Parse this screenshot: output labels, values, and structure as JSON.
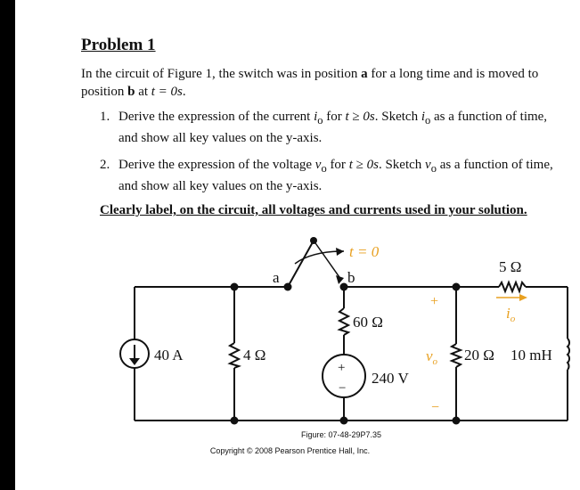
{
  "problem": {
    "title": "Problem 1",
    "intro": {
      "text_before": "In the circuit of Figure 1, the switch was in position ",
      "pos_a": "a",
      "text_mid": " for a long time and is moved to position ",
      "pos_b": "b",
      "text_at": " at ",
      "t_eq": "t = 0s",
      "text_end": "."
    },
    "tasks": [
      {
        "number": "1.",
        "before": "Derive the expression of the current ",
        "var": "i",
        "var_sub": "o",
        "middle": " for ",
        "cond": "t ≥ 0s",
        "after": ". Sketch ",
        "var2": "i",
        "var2_sub": "o",
        "end": " as a function of time, and show all key values on the y-axis."
      },
      {
        "number": "2.",
        "before": "Derive the expression of the voltage ",
        "var": "v",
        "var_sub": "o",
        "middle": " for ",
        "cond": "t ≥ 0s",
        "after": ". Sketch ",
        "var2": "v",
        "var2_sub": "o",
        "end": " as a function of time, and show all key values on the y-axis."
      }
    ],
    "note": "Clearly label, on the circuit, all voltages and currents used in your solution."
  },
  "circuit": {
    "switch_label": "t = 0",
    "pos_a": "a",
    "pos_b": "b",
    "source_current": "40 A",
    "r1": "4 Ω",
    "r2": "60 Ω",
    "source_voltage": "240 V",
    "vs_plus": "+",
    "vs_minus": "−",
    "r3": "5 Ω",
    "current_label": "i",
    "current_sub": "o",
    "vo_label": "v",
    "vo_sub": "o",
    "vo_plus": "+",
    "vo_minus": "−",
    "r4": "20 Ω",
    "inductor": "10 mH",
    "accent_color": "#e8a020"
  },
  "figure": {
    "label": "Figure: 07-48-29P7.35",
    "copyright": "Copyright © 2008 Pearson Prentice Hall, Inc."
  }
}
